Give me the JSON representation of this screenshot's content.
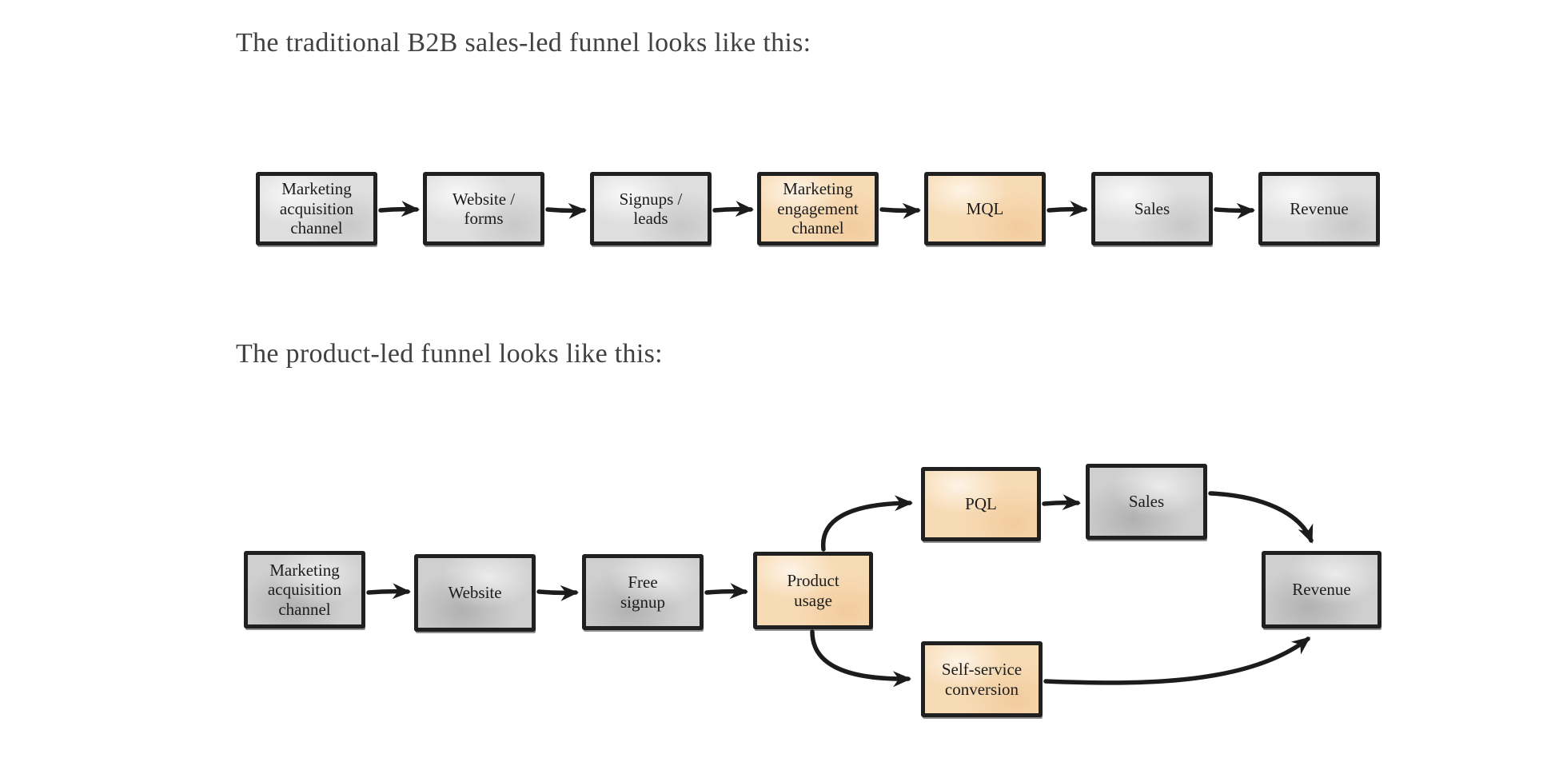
{
  "headings": {
    "sales_led": "The traditional B2B sales-led funnel looks like this:",
    "product_led": "The product-led funnel looks like this:"
  },
  "colors": {
    "background": "#ffffff",
    "box_border": "#202020",
    "arrow": "#1c1c1c",
    "fill_gray_light": "#dedede",
    "fill_gray_medium": "#cfcfcf",
    "fill_orange": "#f7dbb5",
    "heading_text": "#414141",
    "node_text": "#1c1c1c"
  },
  "sales_led_funnel": {
    "nodes": [
      {
        "id": "marketing-acquisition-channel",
        "label": "Marketing\nacquisition\nchannel",
        "color": "gray"
      },
      {
        "id": "website-forms",
        "label": "Website /\nforms",
        "color": "gray"
      },
      {
        "id": "signups-leads",
        "label": "Signups /\nleads",
        "color": "gray"
      },
      {
        "id": "marketing-engagement-channel",
        "label": "Marketing\nengagement\nchannel",
        "color": "orange"
      },
      {
        "id": "mql",
        "label": "MQL",
        "color": "orange"
      },
      {
        "id": "sales",
        "label": "Sales",
        "color": "gray"
      },
      {
        "id": "revenue",
        "label": "Revenue",
        "color": "gray"
      }
    ],
    "edges": [
      {
        "from": "marketing-acquisition-channel",
        "to": "website-forms"
      },
      {
        "from": "website-forms",
        "to": "signups-leads"
      },
      {
        "from": "signups-leads",
        "to": "marketing-engagement-channel"
      },
      {
        "from": "marketing-engagement-channel",
        "to": "mql"
      },
      {
        "from": "mql",
        "to": "sales"
      },
      {
        "from": "sales",
        "to": "revenue"
      }
    ]
  },
  "product_led_funnel": {
    "nodes": [
      {
        "id": "marketing-acquisition-channel",
        "label": "Marketing\nacquisition\nchannel",
        "color": "gray"
      },
      {
        "id": "website",
        "label": "Website",
        "color": "gray"
      },
      {
        "id": "free-signup",
        "label": "Free\nsignup",
        "color": "gray"
      },
      {
        "id": "product-usage",
        "label": "Product\nusage",
        "color": "orange"
      },
      {
        "id": "pql",
        "label": "PQL",
        "color": "orange"
      },
      {
        "id": "sales",
        "label": "Sales",
        "color": "gray"
      },
      {
        "id": "self-service-conversion",
        "label": "Self-service\nconversion",
        "color": "orange"
      },
      {
        "id": "revenue",
        "label": "Revenue",
        "color": "gray"
      }
    ],
    "edges": [
      {
        "from": "marketing-acquisition-channel",
        "to": "website"
      },
      {
        "from": "website",
        "to": "free-signup"
      },
      {
        "from": "free-signup",
        "to": "product-usage"
      },
      {
        "from": "product-usage",
        "to": "pql"
      },
      {
        "from": "pql",
        "to": "sales"
      },
      {
        "from": "sales",
        "to": "revenue"
      },
      {
        "from": "product-usage",
        "to": "self-service-conversion"
      },
      {
        "from": "self-service-conversion",
        "to": "revenue"
      }
    ]
  }
}
